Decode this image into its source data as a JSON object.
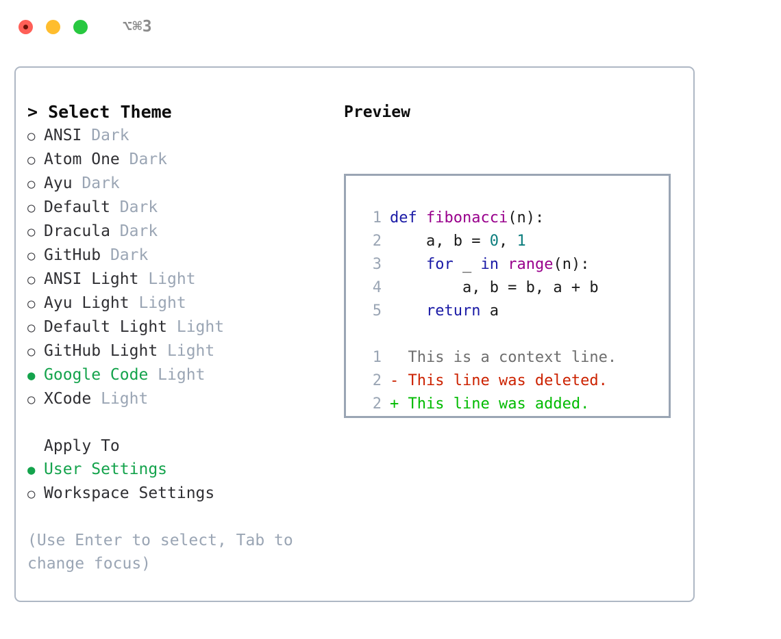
{
  "window": {
    "title": "⌥⌘3",
    "traffic_lights": [
      "close",
      "minimize",
      "maximize"
    ]
  },
  "theme_picker": {
    "heading": "> Select Theme",
    "bullet_off": "○",
    "bullet_on": "●",
    "options": [
      {
        "name": "ANSI",
        "tag": "Dark",
        "selected": false
      },
      {
        "name": "Atom One",
        "tag": "Dark",
        "selected": false
      },
      {
        "name": "Ayu",
        "tag": "Dark",
        "selected": false
      },
      {
        "name": "Default",
        "tag": "Dark",
        "selected": false
      },
      {
        "name": "Dracula",
        "tag": "Dark",
        "selected": false
      },
      {
        "name": "GitHub",
        "tag": "Dark",
        "selected": false
      },
      {
        "name": "ANSI Light",
        "tag": "Light",
        "selected": false
      },
      {
        "name": "Ayu Light",
        "tag": "Light",
        "selected": false
      },
      {
        "name": "Default Light",
        "tag": "Light",
        "selected": false
      },
      {
        "name": "GitHub Light",
        "tag": "Light",
        "selected": false
      },
      {
        "name": "Google Code",
        "tag": "Light",
        "selected": true
      },
      {
        "name": "XCode",
        "tag": "Light",
        "selected": false
      }
    ]
  },
  "apply_to": {
    "heading": "Apply To",
    "options": [
      {
        "name": "User Settings",
        "selected": true
      },
      {
        "name": "Workspace Settings",
        "selected": false
      }
    ]
  },
  "hint": "(Use Enter to select, Tab to change focus)",
  "preview": {
    "heading": "Preview",
    "code_lines": [
      {
        "num": "1",
        "tokens": [
          {
            "t": "def ",
            "c": "kw"
          },
          {
            "t": "fibonacci",
            "c": "fn"
          },
          {
            "t": "(n):",
            "c": "txt"
          }
        ]
      },
      {
        "num": "2",
        "tokens": [
          {
            "t": "    a, b = ",
            "c": "txt"
          },
          {
            "t": "0",
            "c": "num"
          },
          {
            "t": ", ",
            "c": "txt"
          },
          {
            "t": "1",
            "c": "num"
          }
        ]
      },
      {
        "num": "3",
        "tokens": [
          {
            "t": "    ",
            "c": "txt"
          },
          {
            "t": "for",
            "c": "kw"
          },
          {
            "t": " _ ",
            "c": "txt"
          },
          {
            "t": "in",
            "c": "kw"
          },
          {
            "t": " ",
            "c": "txt"
          },
          {
            "t": "range",
            "c": "fn"
          },
          {
            "t": "(n):",
            "c": "txt"
          }
        ]
      },
      {
        "num": "4",
        "tokens": [
          {
            "t": "        a, b = b, a + b",
            "c": "txt"
          }
        ]
      },
      {
        "num": "5",
        "tokens": [
          {
            "t": "    ",
            "c": "txt"
          },
          {
            "t": "return",
            "c": "kw"
          },
          {
            "t": " a",
            "c": "txt"
          }
        ]
      }
    ],
    "diff_lines": [
      {
        "num": "1",
        "marker": "  ",
        "text": "This is a context line.",
        "kind": "ctx"
      },
      {
        "num": "2",
        "marker": "- ",
        "text": "This line was deleted.",
        "kind": "del"
      },
      {
        "num": "2",
        "marker": "+ ",
        "text": "This line was added.",
        "kind": "add"
      }
    ]
  },
  "colors": {
    "accent_green": "#14a34c",
    "muted": "#9aa5b4",
    "keyword": "#1a1aa6",
    "function": "#99008c",
    "number": "#0b7d7d",
    "diff_added": "#00bb00",
    "diff_deleted": "#cc2200",
    "border": "#9aa5b4",
    "traffic_close": "#ff5f57",
    "traffic_min": "#ffbd2e",
    "traffic_max": "#28c840"
  }
}
